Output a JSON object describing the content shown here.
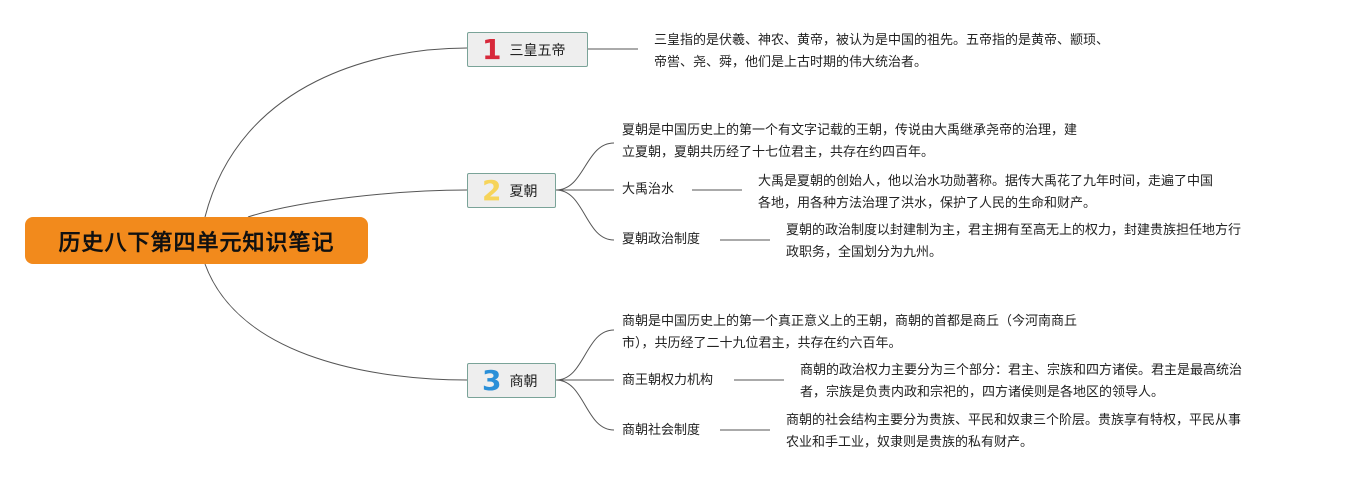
{
  "root": {
    "title": "历史八下第四单元知识笔记"
  },
  "colors": {
    "root_bg": "#f28a1c",
    "num1": "#d7283a",
    "num2": "#f6d45a",
    "num3": "#2a8fd8",
    "branch_border": "#7aa398"
  },
  "branches": [
    {
      "number": "1",
      "label": "三皇五帝",
      "note": "三皇指的是伏羲、神农、黄帝，被认为是中国的祖先。五帝指的是黄帝、颛顼、\n帝喾、尧、舜，他们是上古时期的伟大统治者。"
    },
    {
      "number": "2",
      "label": "夏朝",
      "note": "夏朝是中国历史上的第一个有文字记载的王朝，传说由大禹继承尧帝的治理，建\n立夏朝，夏朝共历经了十七位君主，共存在约四百年。",
      "subs": [
        {
          "label": "大禹治水",
          "note": "大禹是夏朝的创始人，他以治水功勋著称。据传大禹花了九年时间，走遍了中国\n各地，用各种方法治理了洪水，保护了人民的生命和财产。"
        },
        {
          "label": "夏朝政治制度",
          "note": "夏朝的政治制度以封建制为主，君主拥有至高无上的权力，封建贵族担任地方行\n政职务，全国划分为九州。"
        }
      ]
    },
    {
      "number": "3",
      "label": "商朝",
      "note": "商朝是中国历史上的第一个真正意义上的王朝，商朝的首都是商丘（今河南商丘\n市），共历经了二十九位君主，共存在约六百年。",
      "subs": [
        {
          "label": "商王朝权力机构",
          "note": "商朝的政治权力主要分为三个部分：君主、宗族和四方诸侯。君主是最高统治\n者，宗族是负责内政和宗祀的，四方诸侯则是各地区的领导人。"
        },
        {
          "label": "商朝社会制度",
          "note": "商朝的社会结构主要分为贵族、平民和奴隶三个阶层。贵族享有特权，平民从事\n农业和手工业，奴隶则是贵族的私有财产。"
        }
      ]
    }
  ]
}
